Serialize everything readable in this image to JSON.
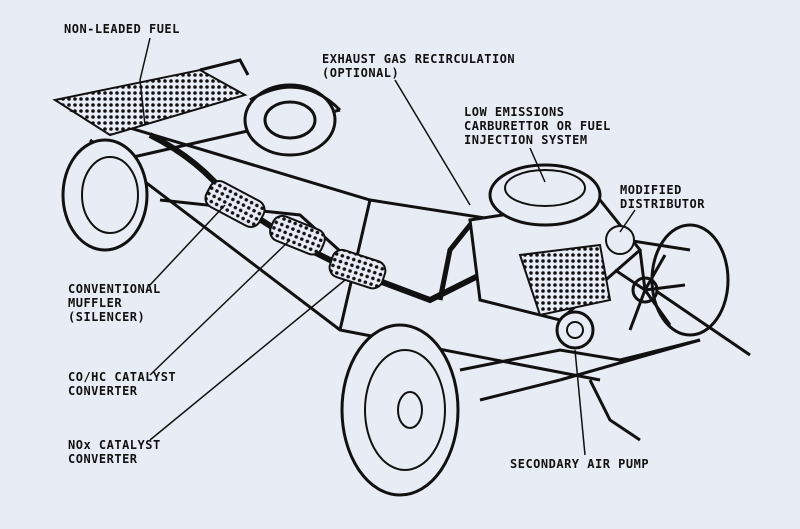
{
  "labels": {
    "non_leaded_fuel": "NON-LEADED FUEL",
    "egr_line1": "EXHAUST GAS RECIRCULATION",
    "egr_line2": "(OPTIONAL)",
    "carb_line1": "LOW EMISSIONS",
    "carb_line2": "CARBURETTOR OR FUEL",
    "carb_line3": "INJECTION SYSTEM",
    "dist_line1": "MODIFIED",
    "dist_line2": "DISTRIBUTOR",
    "muffler_line1": "CONVENTIONAL",
    "muffler_line2": "MUFFLER",
    "muffler_line3": "(SILENCER)",
    "cohc_line1": "CO/HC CATALYST",
    "cohc_line2": "CONVERTER",
    "nox_line1": "NOx CATALYST",
    "nox_line2": "CONVERTER",
    "air_pump": "SECONDARY AIR PUMP"
  },
  "colors": {
    "background": "#e8ecf4",
    "ink": "#111111"
  }
}
